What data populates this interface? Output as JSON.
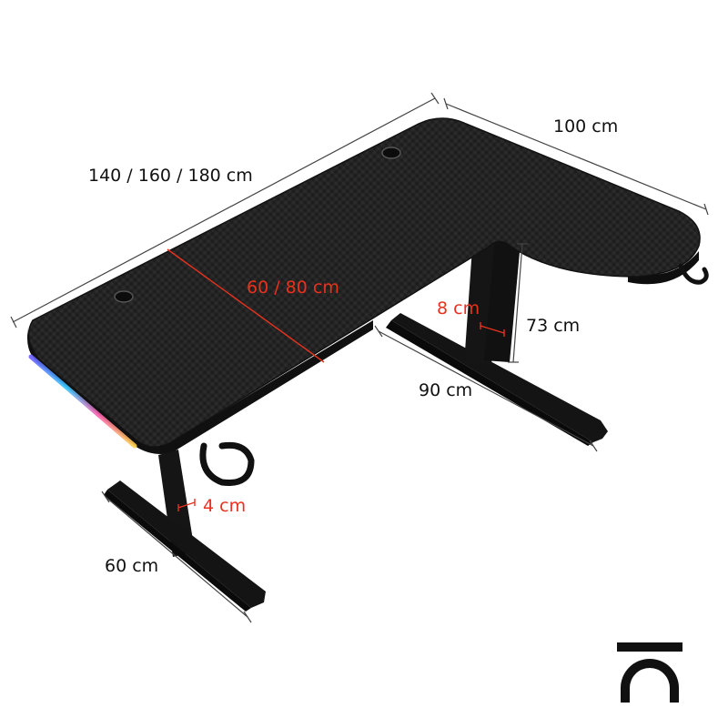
{
  "dimensions": {
    "length": "140 / 160 / 180 cm",
    "side_length": "100 cm",
    "depth": "60 / 80 cm",
    "leg_width_right": "8 cm",
    "height": "73 cm",
    "right_foot_length": "90 cm",
    "leg_width_left": "4 cm",
    "left_foot_length": "60 cm"
  },
  "colors": {
    "desktop": "#222222",
    "frame": "#121212",
    "dimension_line": "#444444",
    "highlight": "#e8321e"
  },
  "logo": {
    "icon": "brand-logo-icon"
  }
}
